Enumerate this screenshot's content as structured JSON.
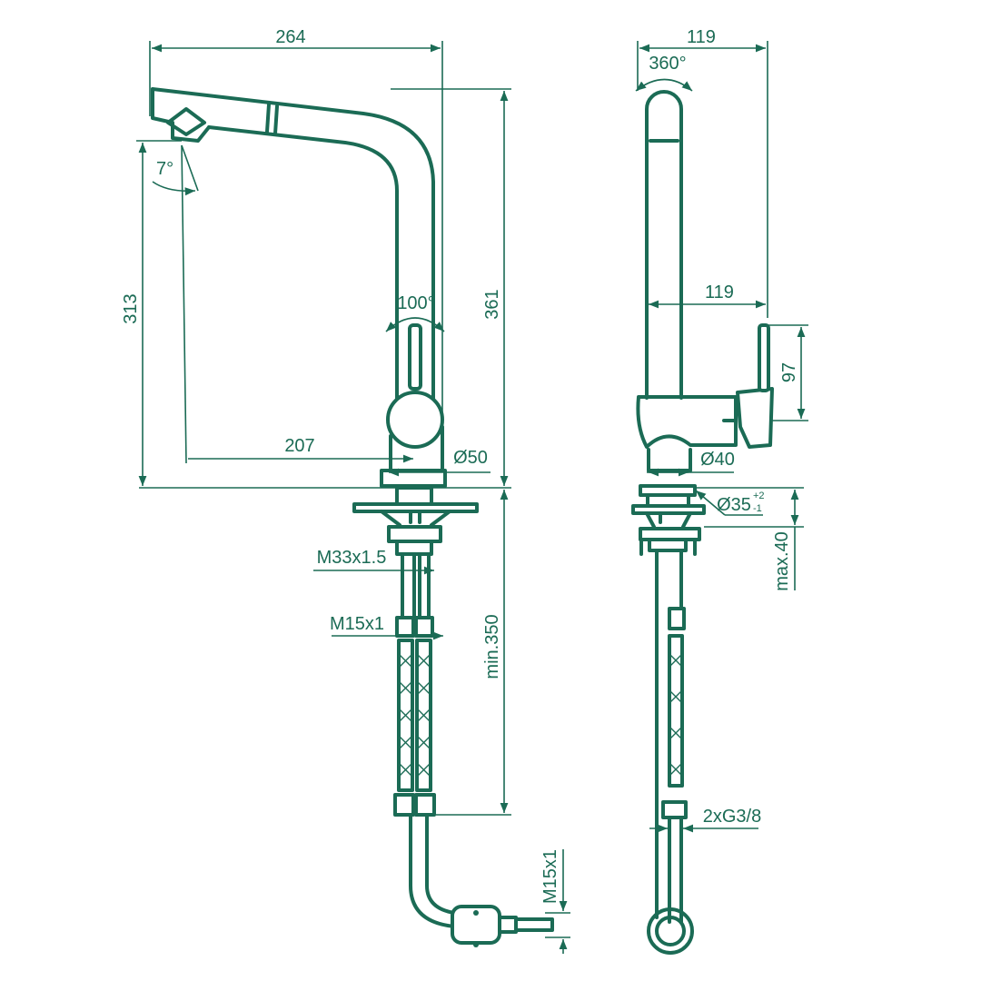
{
  "color": "#1b6b55",
  "front_view": {
    "width_264": "264",
    "height_361": "361",
    "height_313": "313",
    "reach_207": "207",
    "angle_7": "7°",
    "angle_100": "100°",
    "diameter_50": "Ø50",
    "thread_m33": "M33x1.5",
    "thread_m15": "M15x1",
    "min_350": "min.350",
    "thread_m15_vertical": "M15x1"
  },
  "side_view": {
    "width_119_top": "119",
    "rotation_360": "360°",
    "width_119_mid": "119",
    "height_97": "97",
    "diameter_40": "Ø40",
    "diameter_35": "Ø35",
    "tolerance_plus": "+2",
    "tolerance_minus": "-1",
    "max_40": "max.40",
    "connection": "2xG3/8"
  }
}
